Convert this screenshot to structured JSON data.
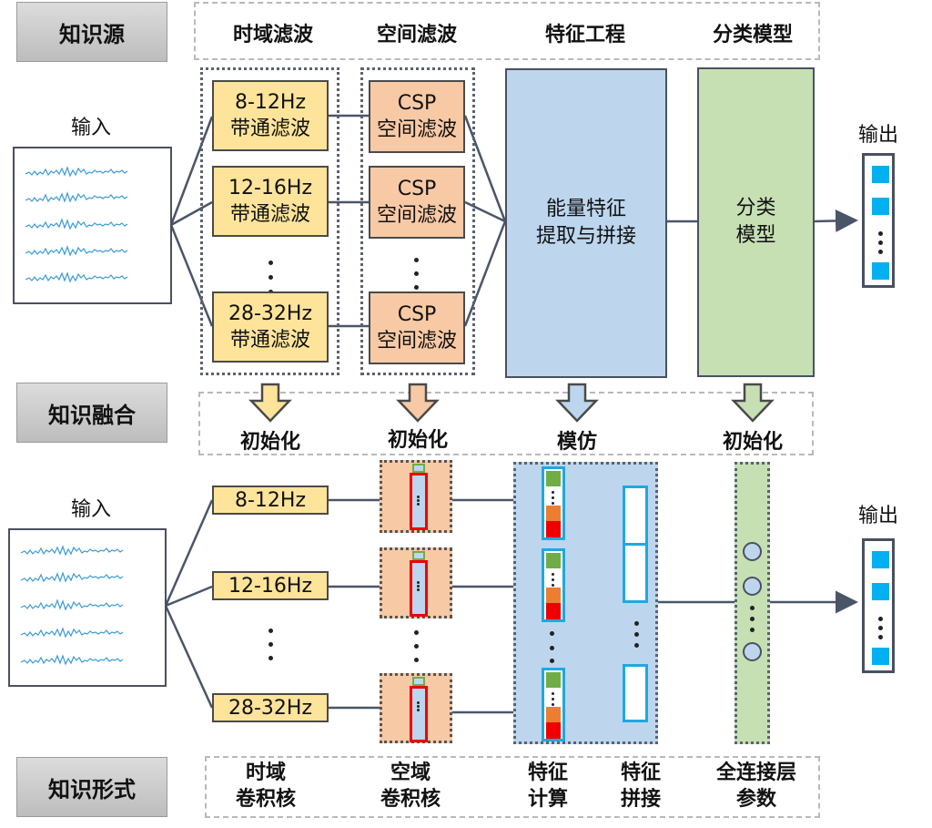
{
  "row_labels": {
    "knowledge_source": "知识源",
    "knowledge_fusion": "知识融合",
    "knowledge_form": "知识形式"
  },
  "headers": [
    "时域滤波",
    "空间滤波",
    "特征工程",
    "分类模型"
  ],
  "top": {
    "input_label": "输入",
    "output_label": "输出",
    "bandpass": [
      {
        "freq": "8-12Hz",
        "name": "带通滤波"
      },
      {
        "freq": "12-16Hz",
        "name": "带通滤波"
      },
      {
        "freq": "28-32Hz",
        "name": "带通滤波"
      }
    ],
    "csp": [
      {
        "title": "CSP",
        "name": "空间滤波"
      },
      {
        "title": "CSP",
        "name": "空间滤波"
      },
      {
        "title": "CSP",
        "name": "空间滤波"
      }
    ],
    "feature_block": [
      "能量特征",
      "提取与拼接"
    ],
    "classifier_block": [
      "分类",
      "模型"
    ]
  },
  "fusion": [
    {
      "label": "初始化",
      "color": "#fde49a"
    },
    {
      "label": "初始化",
      "color": "#f8c9a5"
    },
    {
      "label": "模仿",
      "color": "#bdd6ee"
    },
    {
      "label": "初始化",
      "color": "#c6e0b4"
    }
  ],
  "bottom": {
    "input_label": "输入",
    "output_label": "输出",
    "filters": [
      "8-12Hz",
      "12-16Hz",
      "28-32Hz"
    ]
  },
  "forms": [
    [
      "时域",
      "卷积核"
    ],
    [
      "空域",
      "卷积核"
    ],
    [
      "特征",
      "计算"
    ],
    [
      "特征",
      "拼接"
    ],
    [
      "全连接层",
      "参数"
    ]
  ],
  "colors": {
    "temporal": "#fde49a",
    "spatial": "#f8c9a5",
    "feature": "#bdd6ee",
    "classifier": "#c6e0b4",
    "output_unit": "#00b0f0",
    "signal": "#3a9ad9"
  }
}
